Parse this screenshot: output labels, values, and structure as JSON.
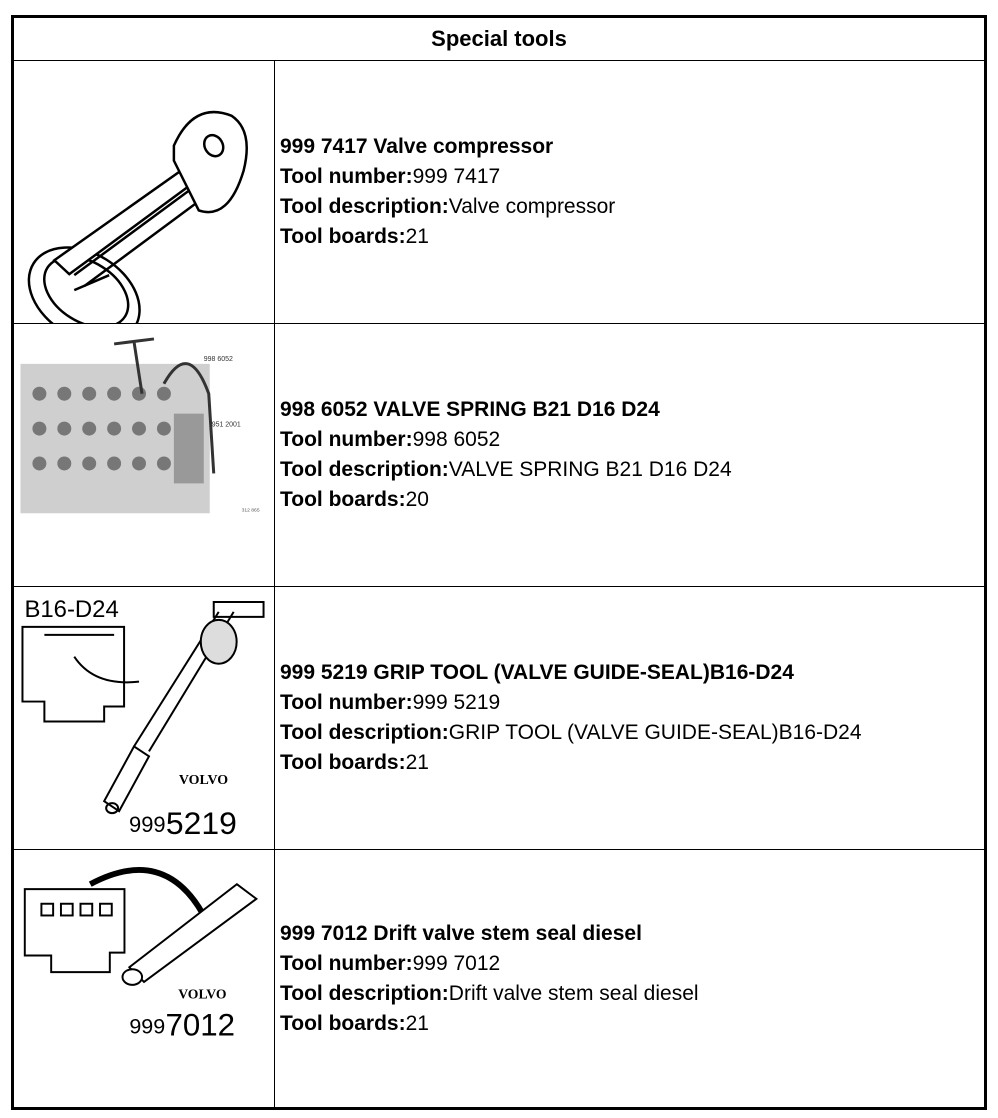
{
  "header": {
    "title": "Special tools"
  },
  "labels": {
    "tool_number": "Tool number:",
    "tool_description": "Tool description:",
    "tool_boards": "Tool boards:"
  },
  "tools": [
    {
      "title": "999 7417 Valve compressor",
      "number": "999 7417",
      "description": "Valve compressor",
      "boards": "21",
      "icon": "valve-compressor-icon"
    },
    {
      "title": "998 6052 VALVE SPRING B21 D16 D24",
      "number": "998 6052",
      "description": "VALVE SPRING B21 D16 D24",
      "boards": "20",
      "icon": "valve-spring-tool-photo",
      "image_labels": {
        "top": "998 6052",
        "mid": "951 2001",
        "corner": "312 865"
      }
    },
    {
      "title": "999 5219 GRIP TOOL (VALVE GUIDE-SEAL)B16-D24",
      "number": "999 5219",
      "description": "GRIP TOOL (VALVE GUIDE-SEAL)B16-D24",
      "boards": "21",
      "icon": "grip-tool-icon",
      "image_labels": {
        "engine": "B16-D24",
        "brand": "VOLVO",
        "prefix": "999",
        "suffix": "5219"
      }
    },
    {
      "title": "999 7012 Drift valve stem seal diesel",
      "number": "999 7012",
      "description": "Drift valve stem seal diesel",
      "boards": "21",
      "icon": "drift-tool-icon",
      "image_labels": {
        "brand": "VOLVO",
        "prefix": "999",
        "suffix": "7012"
      }
    }
  ]
}
